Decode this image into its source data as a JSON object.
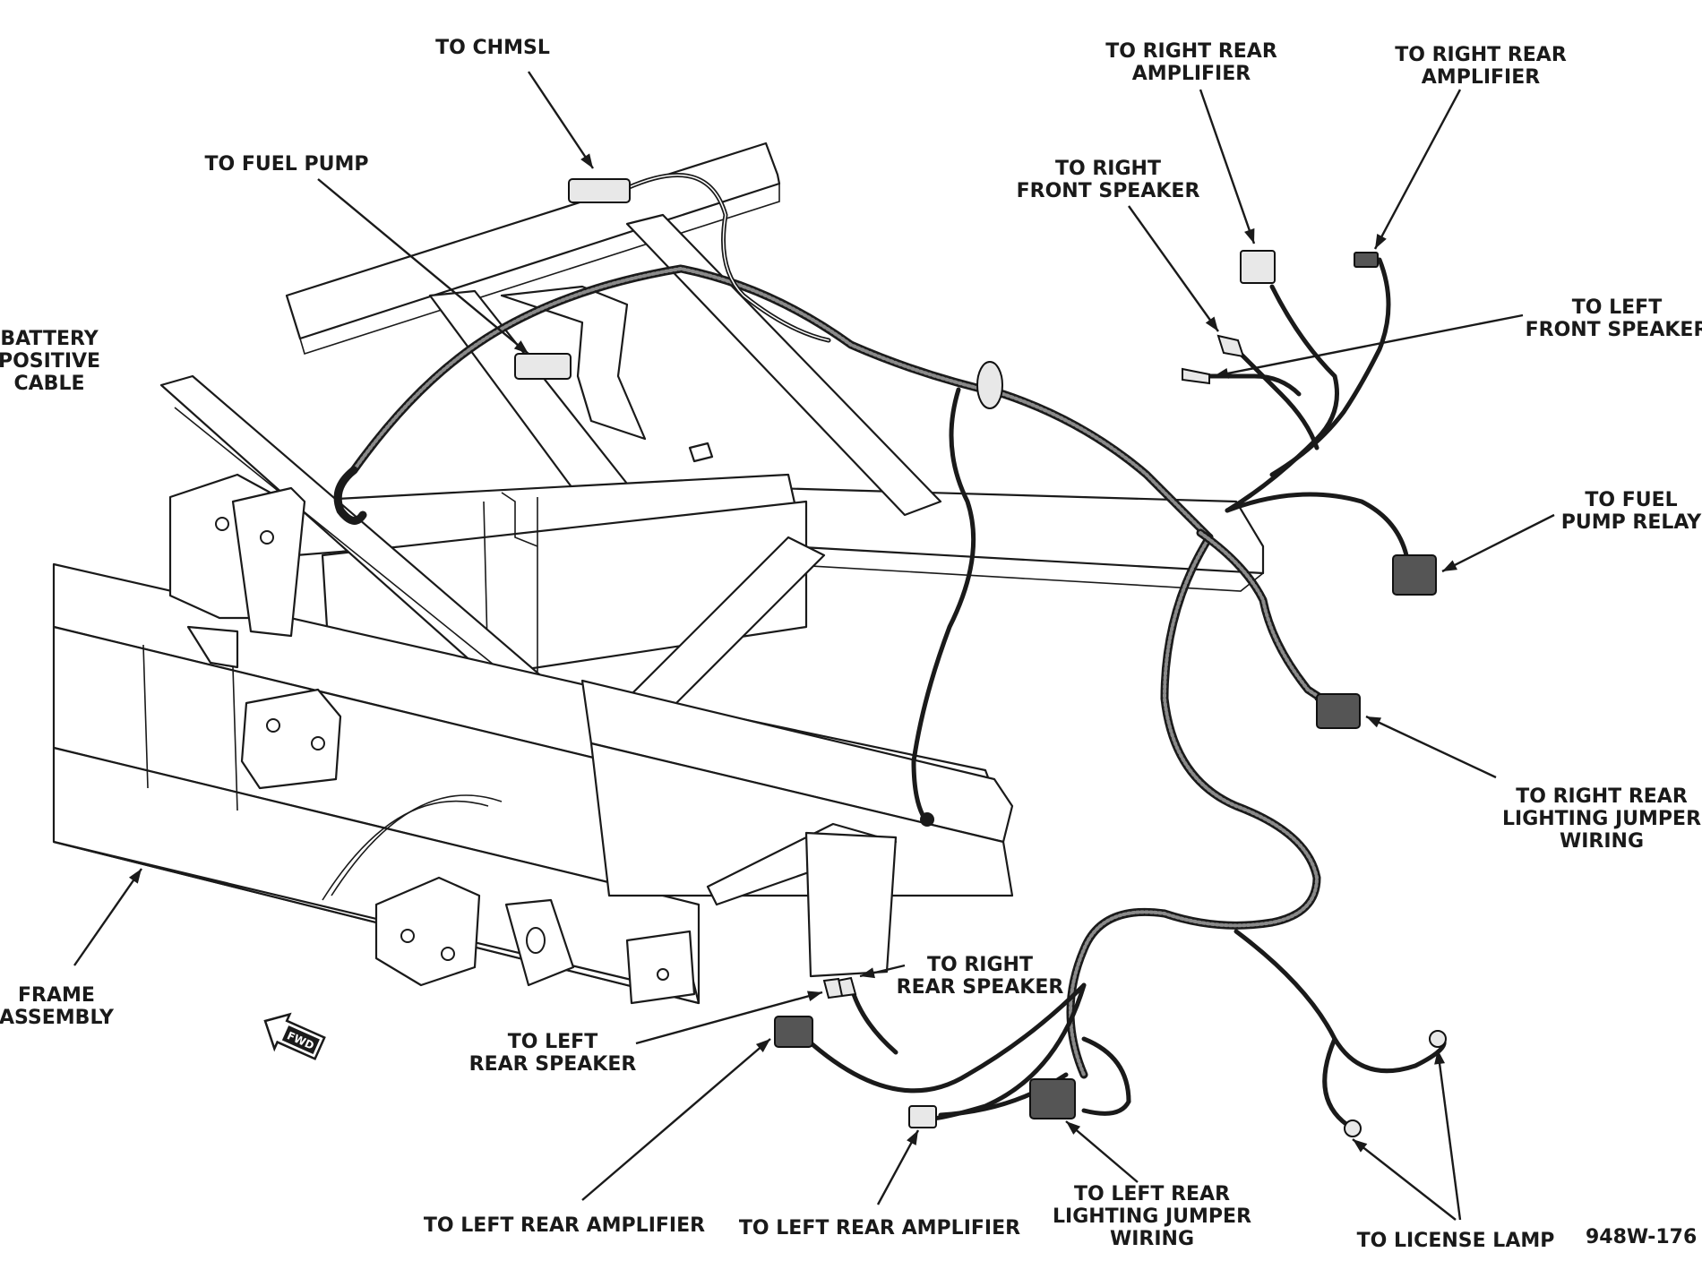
{
  "figure_id": "948W-176",
  "fwd_badge": "FWD",
  "labels": {
    "to_chmsl": [
      "TO CHMSL"
    ],
    "to_fuel_pump": [
      "TO FUEL PUMP"
    ],
    "battery_positive_cable": [
      "BATTERY",
      "POSITIVE",
      "CABLE"
    ],
    "to_right_rear_amplifier_1": [
      "TO RIGHT REAR",
      "AMPLIFIER"
    ],
    "to_right_rear_amplifier_2": [
      "TO RIGHT REAR",
      "AMPLIFIER"
    ],
    "to_right_front_speaker": [
      "TO RIGHT",
      "FRONT SPEAKER"
    ],
    "to_left_front_speaker": [
      "TO LEFT",
      "FRONT SPEAKER"
    ],
    "to_fuel_pump_relay": [
      "TO FUEL",
      "PUMP RELAY"
    ],
    "to_right_rear_lighting_jumper": [
      "TO RIGHT REAR",
      "LIGHTING JUMPER",
      "WIRING"
    ],
    "frame_assembly": [
      "FRAME",
      "ASSEMBLY"
    ],
    "to_right_rear_speaker": [
      "TO RIGHT",
      "REAR SPEAKER"
    ],
    "to_left_rear_speaker": [
      "TO LEFT",
      "REAR SPEAKER"
    ],
    "to_left_rear_amplifier_1": [
      "TO LEFT REAR AMPLIFIER"
    ],
    "to_left_rear_amplifier_2": [
      "TO LEFT REAR AMPLIFIER"
    ],
    "to_left_rear_lighting_jumper": [
      "TO LEFT REAR",
      "LIGHTING JUMPER",
      "WIRING"
    ],
    "to_license_lamp": [
      "TO LICENSE LAMP"
    ]
  }
}
